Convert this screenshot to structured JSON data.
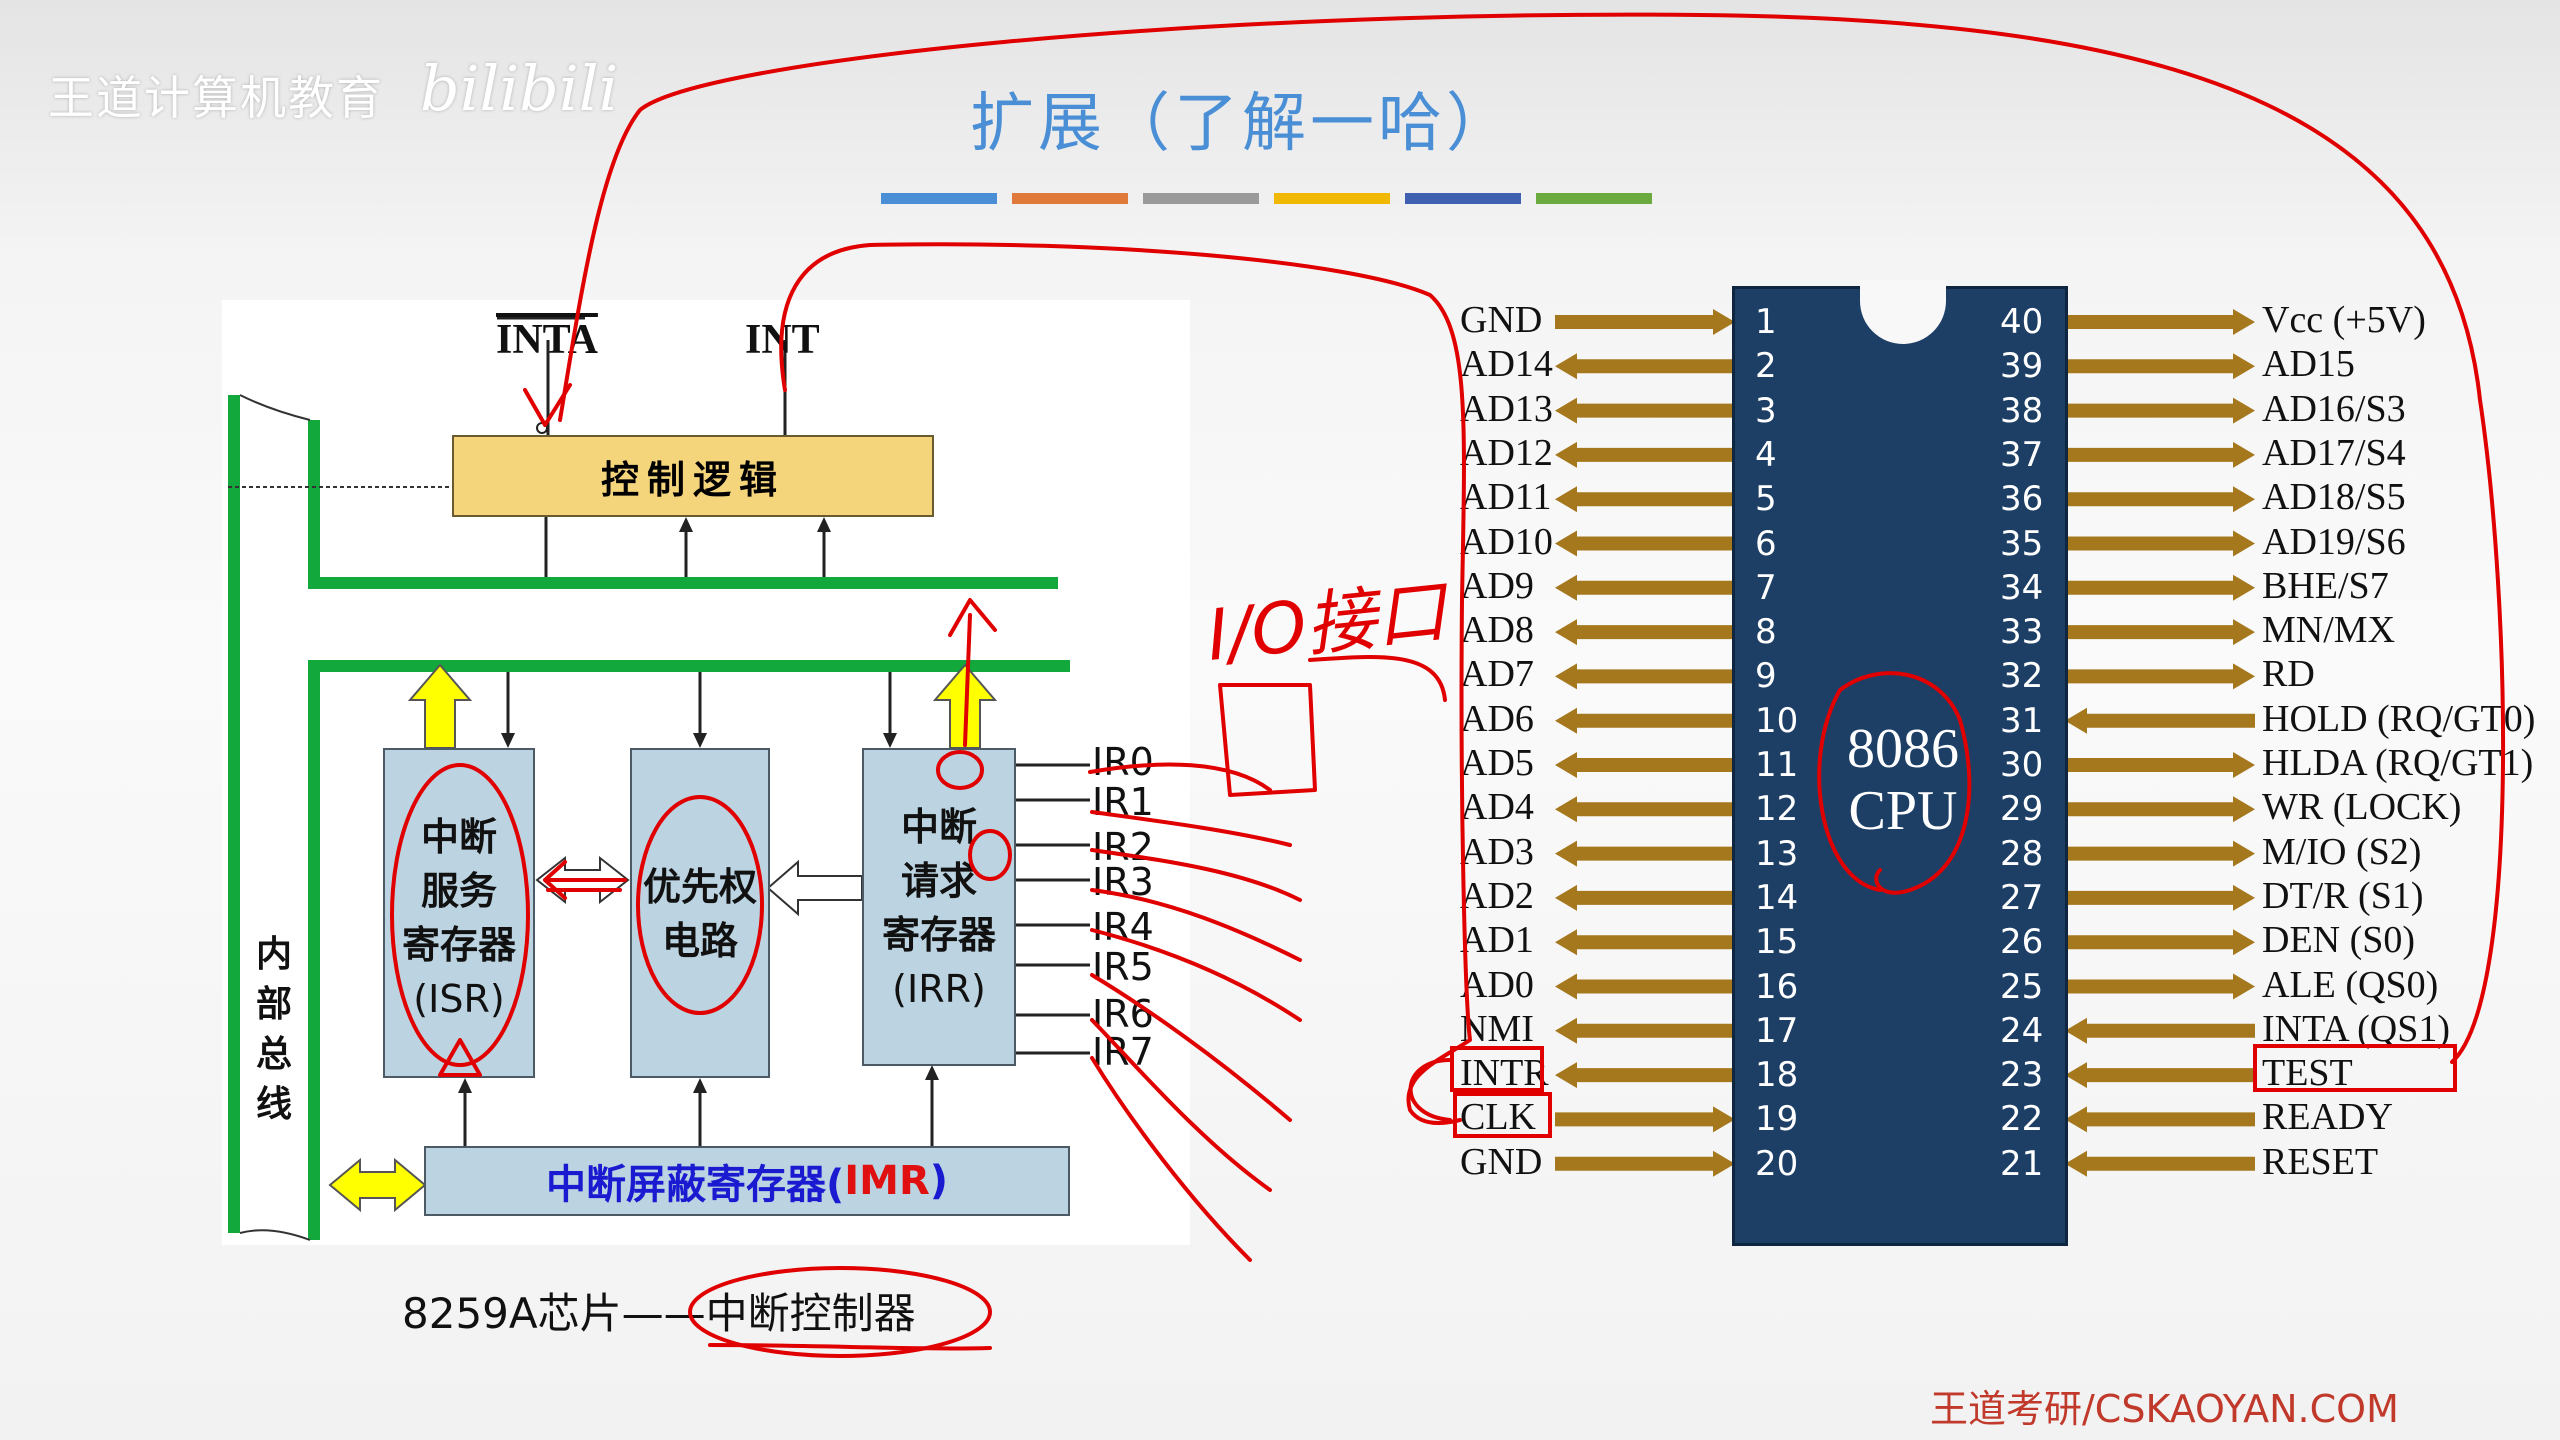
{
  "watermark": {
    "text": "王道计算机教育",
    "logo": "bilibili"
  },
  "slide": {
    "title": "扩展（了解一哈）"
  },
  "color_bars": [
    "#4a8fd6",
    "#e07a3a",
    "#9a9a9a",
    "#f0b800",
    "#3f5fb0",
    "#6aaa3e"
  ],
  "ic8259": {
    "signals": {
      "inta": "INTA",
      "int": "INT"
    },
    "control_logic": "控制逻辑",
    "isr": {
      "line1": "中断",
      "line2": "服务",
      "line3": "寄存器",
      "line4": "(ISR)"
    },
    "priority": {
      "line1": "优先权",
      "line2": "电路"
    },
    "irr": {
      "line1": "中断",
      "line2": "请求",
      "line3": "寄存器",
      "line4": "(IRR)"
    },
    "imr": {
      "text": "中断屏蔽寄存器(",
      "abbr": "IMR",
      "close": ")"
    },
    "internal_bus": [
      "内",
      "部",
      "总",
      "线"
    ],
    "ir_lines": [
      "IR0",
      "IR1",
      "IR2",
      "IR3",
      "IR4",
      "IR5",
      "IR6",
      "IR7"
    ],
    "caption": "8259A芯片——中断控制器"
  },
  "cpu": {
    "label_line1": "8086",
    "label_line2": "CPU",
    "left_pins": [
      {
        "num": "1",
        "name": "GND"
      },
      {
        "num": "2",
        "name": "AD14"
      },
      {
        "num": "3",
        "name": "AD13"
      },
      {
        "num": "4",
        "name": "AD12"
      },
      {
        "num": "5",
        "name": "AD11"
      },
      {
        "num": "6",
        "name": "AD10"
      },
      {
        "num": "7",
        "name": "AD9"
      },
      {
        "num": "8",
        "name": "AD8"
      },
      {
        "num": "9",
        "name": "AD7"
      },
      {
        "num": "10",
        "name": "AD6"
      },
      {
        "num": "11",
        "name": "AD5"
      },
      {
        "num": "12",
        "name": "AD4"
      },
      {
        "num": "13",
        "name": "AD3"
      },
      {
        "num": "14",
        "name": "AD2"
      },
      {
        "num": "15",
        "name": "AD1"
      },
      {
        "num": "16",
        "name": "AD0"
      },
      {
        "num": "17",
        "name": "NMI"
      },
      {
        "num": "18",
        "name": "INTR"
      },
      {
        "num": "19",
        "name": "CLK"
      },
      {
        "num": "20",
        "name": "GND"
      }
    ],
    "right_pins": [
      {
        "num": "40",
        "name": "Vcc (+5V)"
      },
      {
        "num": "39",
        "name": "AD15"
      },
      {
        "num": "38",
        "name": "AD16/S3"
      },
      {
        "num": "37",
        "name": "AD17/S4"
      },
      {
        "num": "36",
        "name": "AD18/S5"
      },
      {
        "num": "35",
        "name": "AD19/S6"
      },
      {
        "num": "34",
        "name": "BHE/S7"
      },
      {
        "num": "33",
        "name": "MN/MX"
      },
      {
        "num": "32",
        "name": "RD"
      },
      {
        "num": "31",
        "name": "HOLD (RQ/GT0)"
      },
      {
        "num": "30",
        "name": "HLDA (RQ/GT1)"
      },
      {
        "num": "29",
        "name": "WR (LOCK)"
      },
      {
        "num": "28",
        "name": "M/IO (S2)"
      },
      {
        "num": "27",
        "name": "DT/R (S1)"
      },
      {
        "num": "26",
        "name": "DEN (S0)"
      },
      {
        "num": "25",
        "name": "ALE (QS0)"
      },
      {
        "num": "24",
        "name": "INTA (QS1)"
      },
      {
        "num": "23",
        "name": "TEST"
      },
      {
        "num": "22",
        "name": "READY"
      },
      {
        "num": "21",
        "name": "RESET"
      }
    ]
  },
  "annotation": {
    "handwritten": "I/O接口"
  },
  "brand": "王道考研/CSKAOYAN.COM"
}
